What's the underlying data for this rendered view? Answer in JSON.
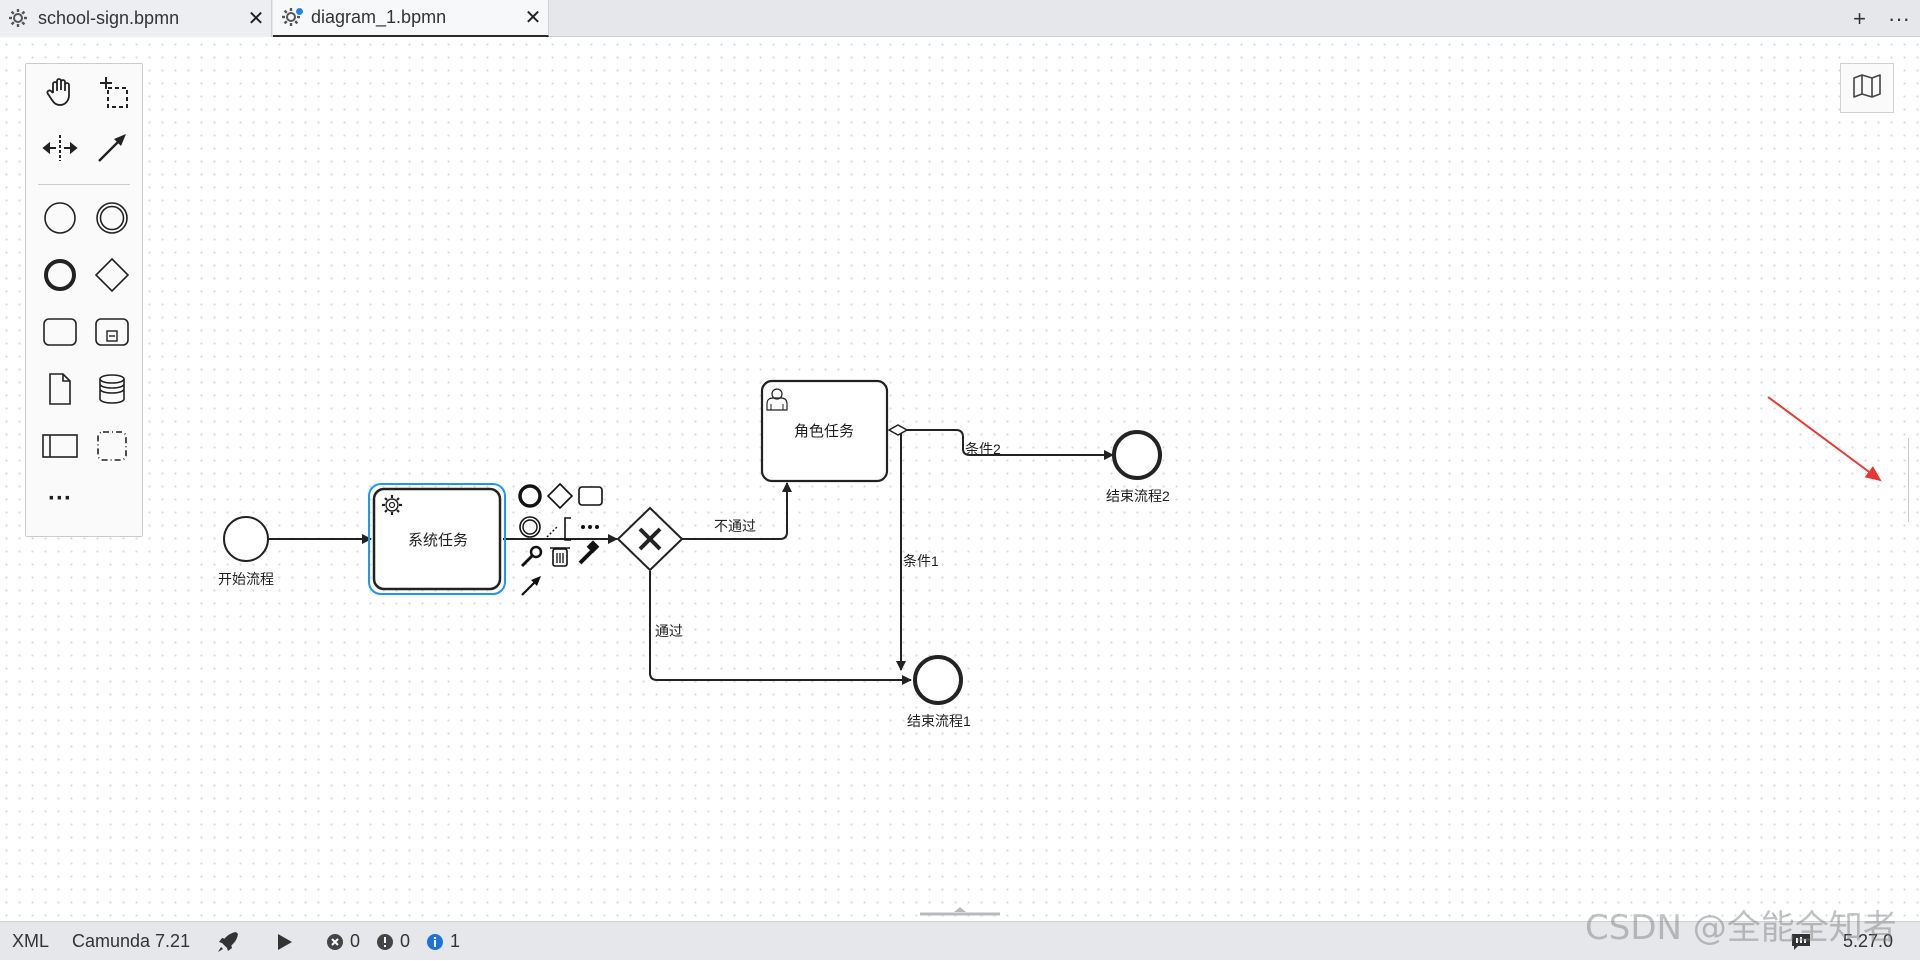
{
  "tabs": [
    {
      "label": "school-sign.bpmn",
      "close": "✕"
    },
    {
      "label": "diagram_1.bpmn",
      "close": "✕"
    }
  ],
  "tab_actions": {
    "add": "+",
    "more": "···"
  },
  "palette": {
    "tools": [
      "hand-tool",
      "lasso-tool",
      "space-tool",
      "connect-tool"
    ],
    "shapes": [
      "start-event",
      "intermediate-event",
      "end-event",
      "gateway",
      "task",
      "subprocess",
      "data-object",
      "data-store",
      "participant",
      "group"
    ],
    "more": "···"
  },
  "diagram": {
    "start_event": "开始流程",
    "service_task": "系统任务",
    "user_task": "角色任务",
    "flow_reject": "不通过",
    "flow_pass": "通过",
    "flow_cond1": "条件1",
    "flow_cond2": "条件2",
    "end_event_1": "结束流程1",
    "end_event_2": "结束流程2"
  },
  "statusbar": {
    "xml": "XML",
    "engine": "Camunda 7.21",
    "errors": "0",
    "warnings": "0",
    "infos": "1",
    "version": "5.27.0"
  },
  "watermark": "CSDN @全能全知者",
  "colors": {
    "selection": "#2196f3",
    "info": "#1e73d9",
    "arrow_red": "#e53935"
  }
}
